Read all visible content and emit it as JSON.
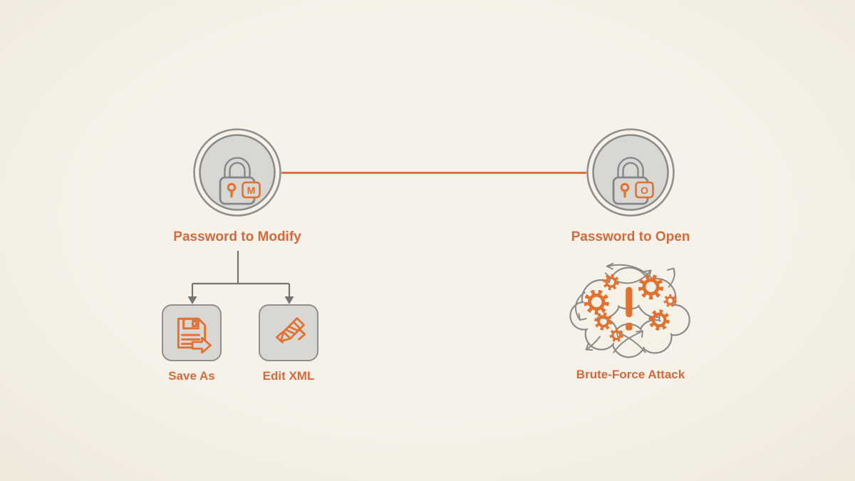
{
  "title": "Password protection diagram",
  "colors": {
    "background": "#f5f1e7",
    "label_orange": "#d26b3c",
    "icon_orange": "#e2702f",
    "line_orange": "#df6f3a",
    "node_fill": "#d8d7d3",
    "node_border": "#8f8f8d",
    "lock_gray": "#85868a",
    "connector_gray": "#757573",
    "cloud_gray": "#8a8a88"
  },
  "nodes": {
    "modify": {
      "label": "Password to Modify",
      "badge_letter": "M",
      "icon": "padlock-modify-icon"
    },
    "open": {
      "label": "Password to Open",
      "badge_letter": "O",
      "icon": "padlock-open-icon"
    }
  },
  "actions": {
    "save_as": {
      "label": "Save As",
      "icon": "save-as-floppy-icon"
    },
    "edit_xml": {
      "label": "Edit XML",
      "icon": "edit-xml-pencil-icon"
    }
  },
  "attack": {
    "label": "Brute-Force Attack",
    "icon": "brute-force-cloud-gears-icon"
  }
}
